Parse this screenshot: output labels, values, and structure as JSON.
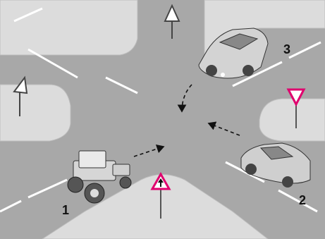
{
  "scene": {
    "vehicles": [
      {
        "id": "tractor",
        "label": "1"
      },
      {
        "id": "car",
        "label": "2"
      },
      {
        "id": "suv",
        "label": "3"
      }
    ],
    "signs": [
      {
        "id": "yield-sign-bottom",
        "symbol": "priority-road-ahead-arrow"
      },
      {
        "id": "yield-sign-right",
        "symbol": "yield"
      }
    ]
  },
  "colors": {
    "road": "#a7a7a7",
    "sidewalk": "#dcdcdc",
    "lane_marking": "#ffffff",
    "sign_border": "#e0006e",
    "vehicle_body": "#cfcfcf"
  }
}
